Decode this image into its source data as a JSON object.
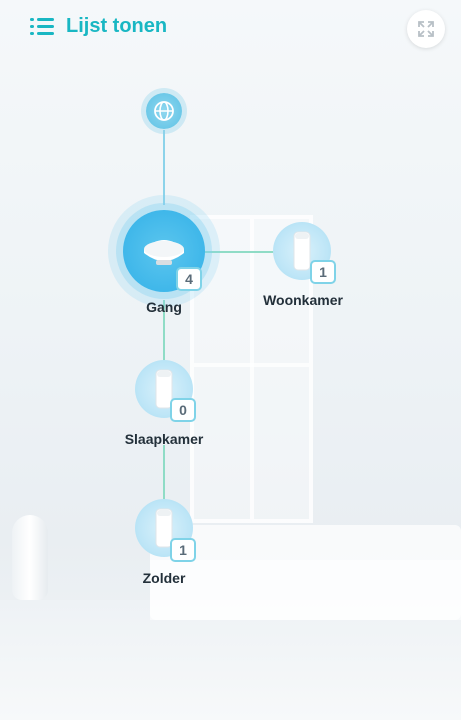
{
  "header": {
    "title": "Lijst tonen"
  },
  "colors": {
    "accent": "#19b7c3",
    "link_line": "#8fdcc6",
    "uplink_line": "#8cd3ea",
    "node_fill": "#c9ebf8",
    "main_node_fill": "#3fb7ea"
  },
  "icons": {
    "menu": "list-icon",
    "expand": "expand-icon",
    "internet": "globe-icon",
    "main_router": "router-icon",
    "satellite": "deco-unit-icon"
  },
  "nodes": [
    {
      "name": "Gang",
      "clients": "4"
    },
    {
      "name": "Woonkamer",
      "clients": "1"
    },
    {
      "name": "Slaapkamer",
      "clients": "0"
    },
    {
      "name": "Zolder",
      "clients": "1"
    }
  ]
}
